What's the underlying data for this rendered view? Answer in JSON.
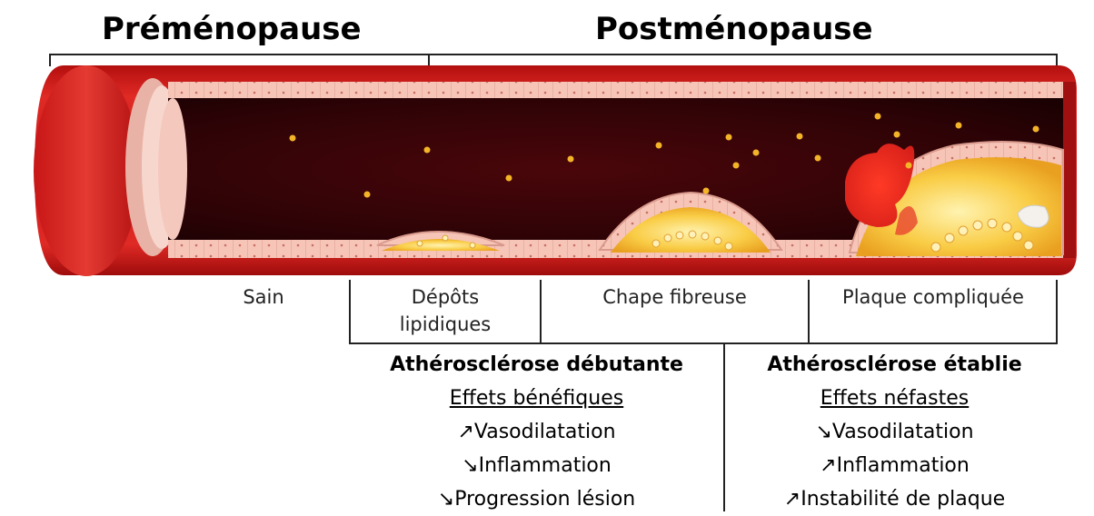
{
  "phases": {
    "premenopause": "Préménopause",
    "postmenopause": "Postménopause"
  },
  "stages": {
    "sain": "Sain",
    "depots_line1": "Dépôts",
    "depots_line2": "lipidiques",
    "chape": "Chape fibreuse",
    "plaque": "Plaque compliquée"
  },
  "early": {
    "heading": "Athérosclérose débutante",
    "subheading": "Effets bénéfiques",
    "items": [
      "↗Vasodilatation",
      "↘Inflammation",
      "↘Progression lésion"
    ]
  },
  "established": {
    "heading": "Athérosclérose établie",
    "subheading": "Effets néfastes",
    "items": [
      "↘Vasodilatation",
      "↗Inflammation",
      "↗Instabilité de plaque"
    ]
  },
  "colors": {
    "vessel_wall": "#d81f1f",
    "vessel_dark": "#8e0b0b",
    "lumen": "#3a0508",
    "intima": "#f4b8a8",
    "lipid": "#f7c23a"
  }
}
